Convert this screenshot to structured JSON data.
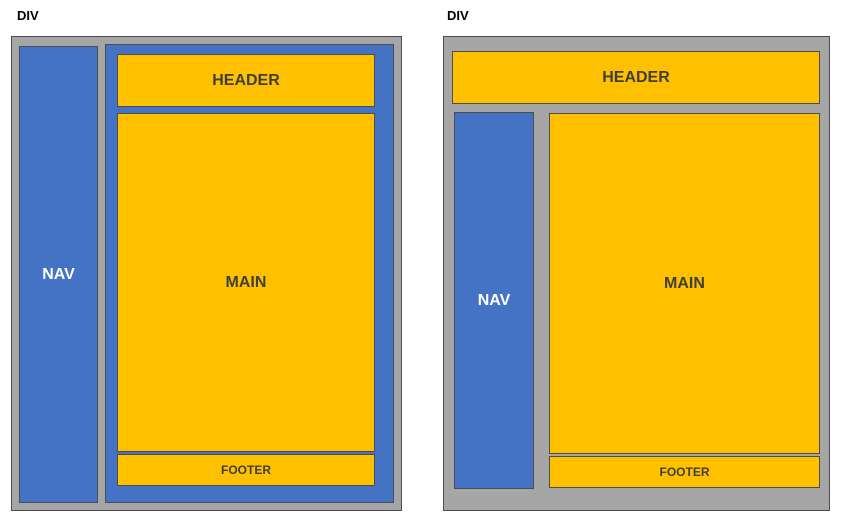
{
  "diagrams": [
    {
      "title": "DIV",
      "nav": "NAV",
      "header": "HEADER",
      "main": "MAIN",
      "footer": "FOOTER"
    },
    {
      "title": "DIV",
      "nav": "NAV",
      "header": "HEADER",
      "main": "MAIN",
      "footer": "FOOTER"
    }
  ],
  "colors": {
    "container": "#a6a6a6",
    "nav_block": "#4472c4",
    "content_block": "#ffc000",
    "label_on_blue": "#ffffff",
    "label_on_gold": "#3f3f3f"
  }
}
